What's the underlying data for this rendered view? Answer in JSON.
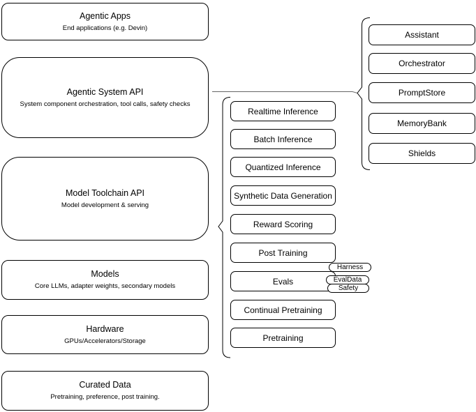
{
  "diagram": {
    "title": "agentic-stack-architecture",
    "stack_layers": [
      {
        "title": "Agentic Apps",
        "subtitle": "End applications (e.g. Devin)"
      },
      {
        "title": "Agentic System API",
        "subtitle": "System component orchestration, tool calls, safety checks"
      },
      {
        "title": "Model Toolchain API",
        "subtitle": "Model development & serving"
      },
      {
        "title": "Models",
        "subtitle": "Core LLMs, adapter weights, secondary models"
      },
      {
        "title": "Hardware",
        "subtitle": "GPUs/Accelerators/Storage"
      },
      {
        "title": "Curated Data",
        "subtitle": "Pretraining, preference, post training."
      }
    ],
    "toolchain_services": [
      "Realtime Inference",
      "Batch Inference",
      "Quantized Inference",
      "Synthetic Data Generation",
      "Reward Scoring",
      "Post Training",
      "Evals",
      "Continual Pretraining",
      "Pretraining"
    ],
    "eval_tags": [
      "Harness",
      "EvalData",
      "Safety"
    ],
    "system_components": [
      "Assistant",
      "Orchestrator",
      "PromptStore",
      "MemoryBank",
      "Shields"
    ],
    "colors": {
      "stroke": "#000000",
      "connector": "#666666",
      "fill": "#ffffff"
    }
  }
}
